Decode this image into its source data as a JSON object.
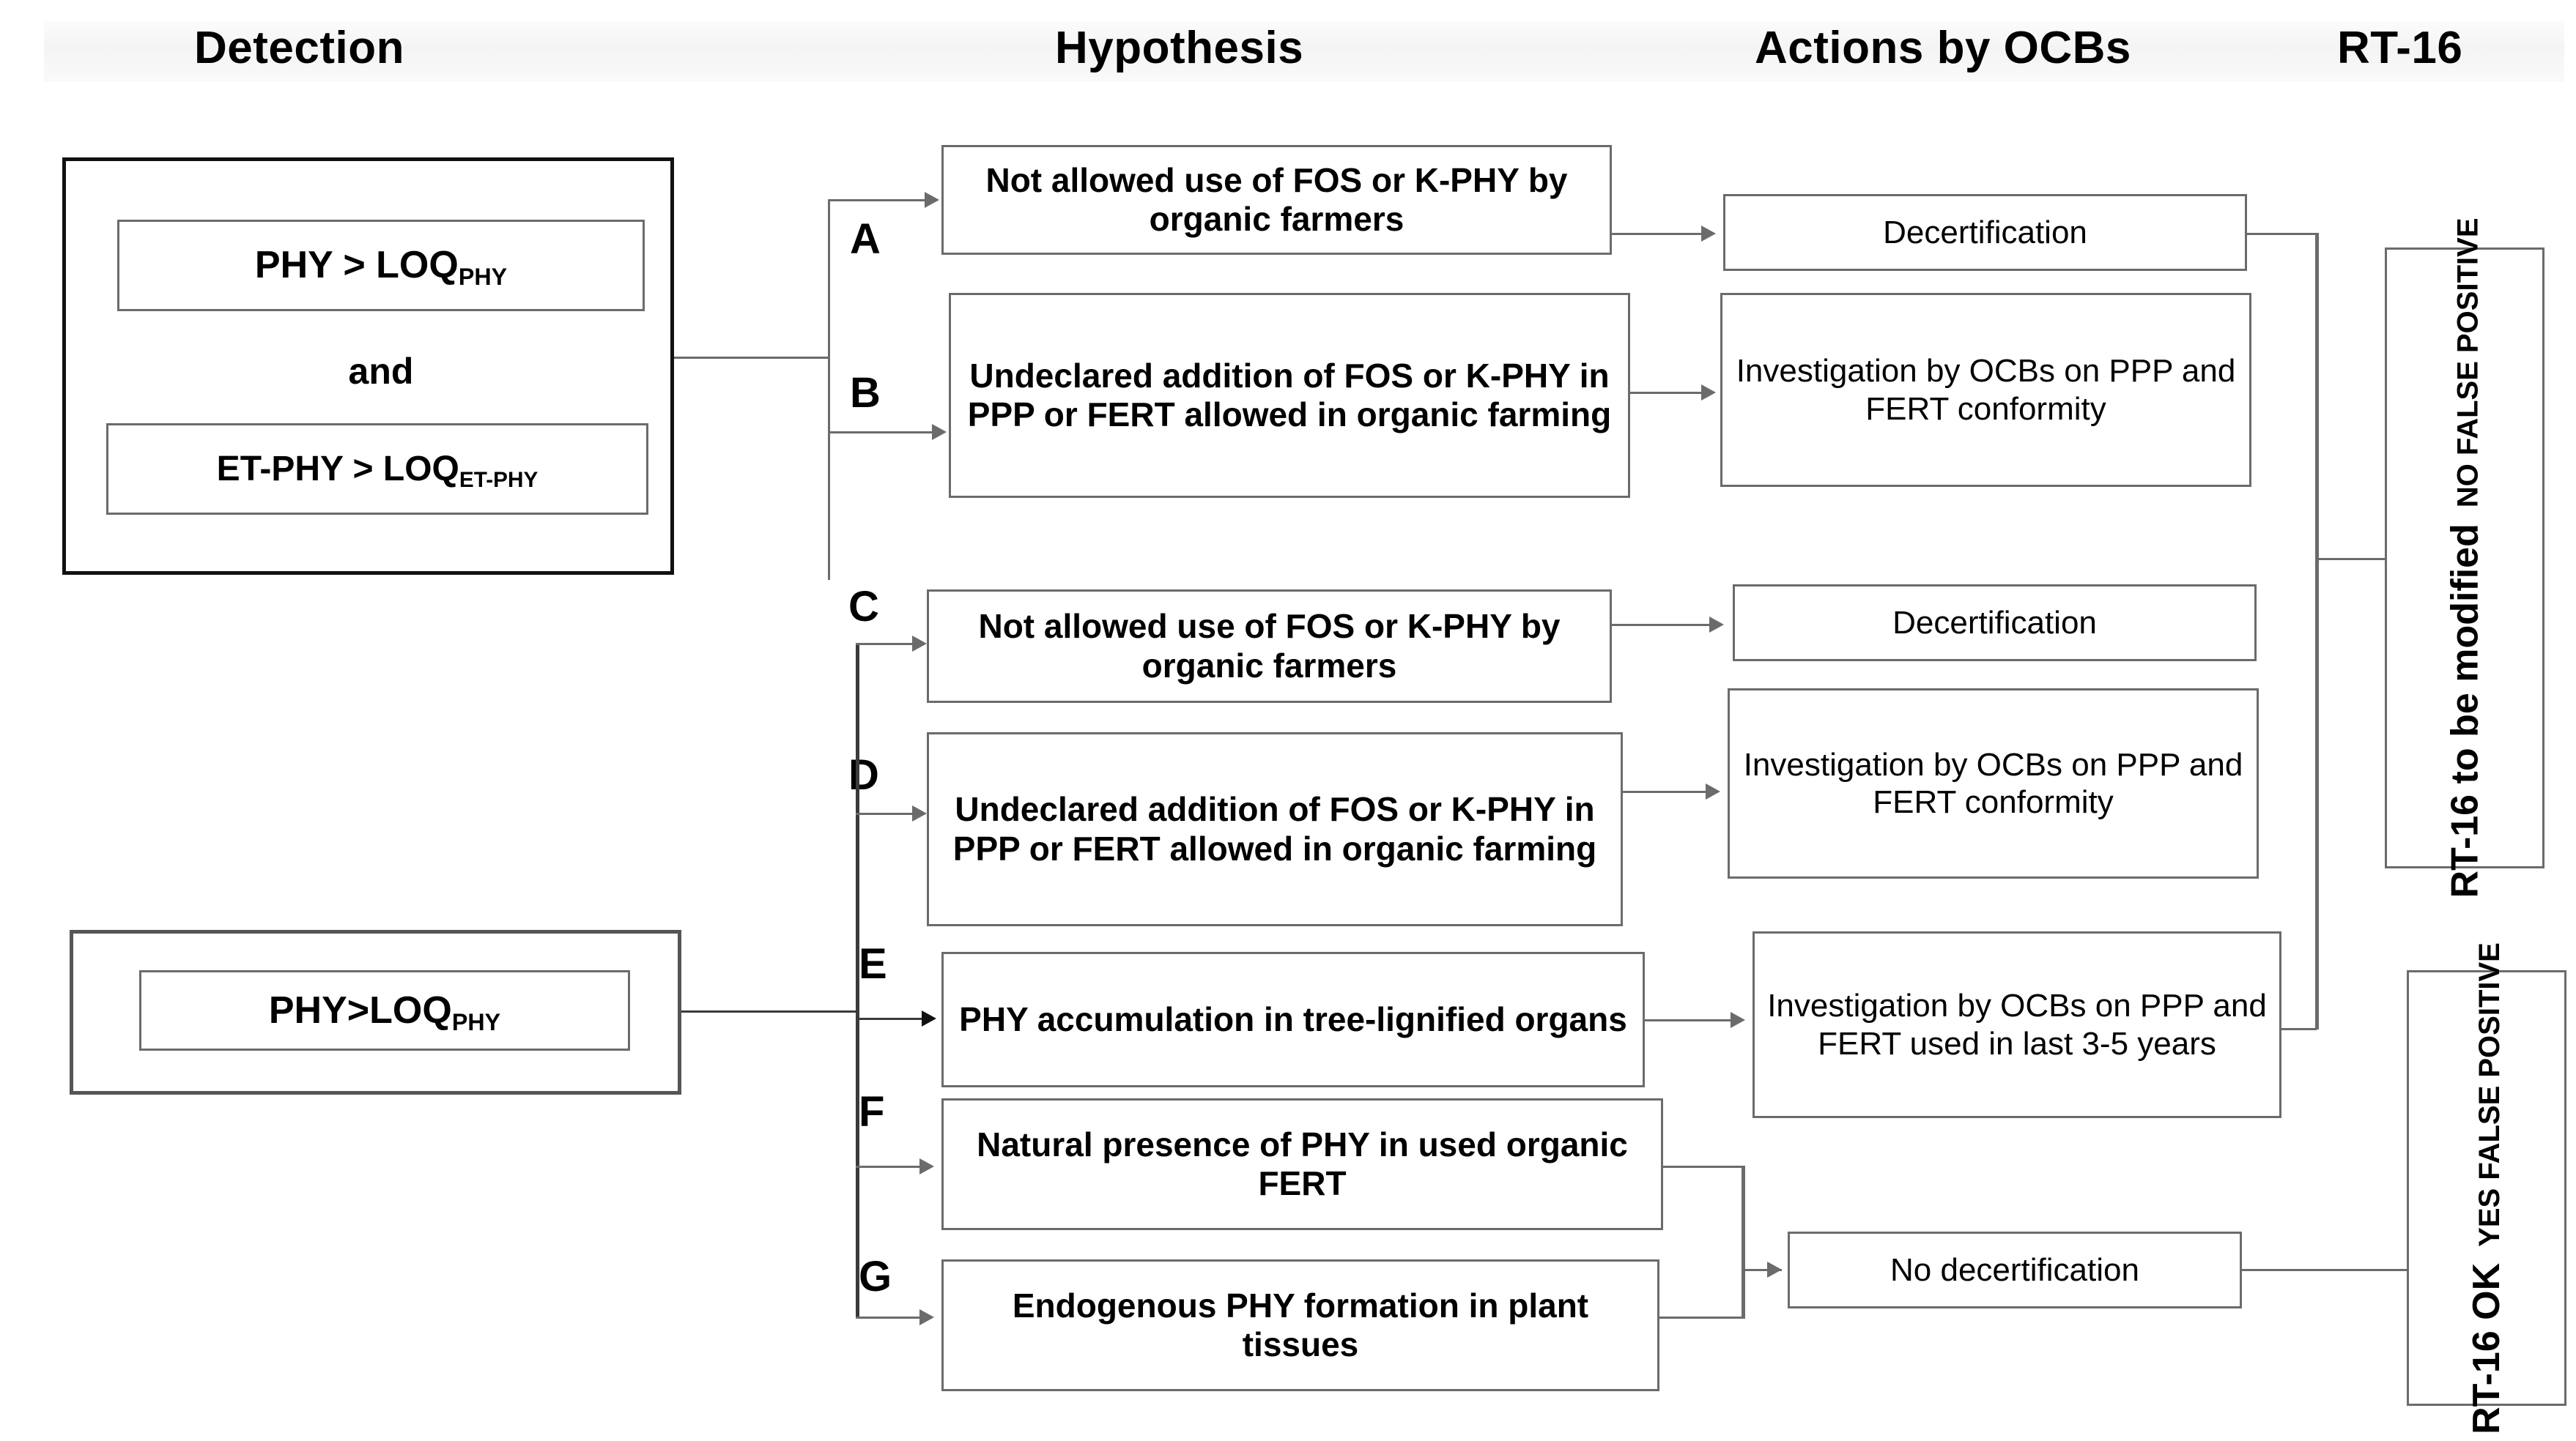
{
  "headers": [
    {
      "label": "Detection"
    },
    {
      "label": "Hypothesis"
    },
    {
      "label": "Actions by OCBs"
    },
    {
      "label": "RT-16"
    }
  ],
  "detection": {
    "group1": {
      "line1_main": "PHY > LOQ",
      "line1_sub": "PHY",
      "connector": "and",
      "line2_main": "ET-PHY > LOQ",
      "line2_sub": "ET-PHY"
    },
    "group2": {
      "line1_main": "PHY>LOQ",
      "line1_sub": "PHY"
    }
  },
  "hypotheses": [
    {
      "letter": "A",
      "text": "Not allowed use of FOS or K-PHY by organic farmers"
    },
    {
      "letter": "B",
      "text": "Undeclared addition of FOS or K-PHY in PPP or FERT allowed in organic farming"
    },
    {
      "letter": "C",
      "text": "Not allowed use of FOS or K-PHY by organic farmers"
    },
    {
      "letter": "D",
      "text": "Undeclared addition of FOS or K-PHY in PPP or FERT allowed in organic farming"
    },
    {
      "letter": "E",
      "text": "PHY accumulation in tree-lignified organs"
    },
    {
      "letter": "F",
      "text": "Natural presence of PHY in used organic FERT"
    },
    {
      "letter": "G",
      "text": "Endogenous PHY formation in plant tissues"
    }
  ],
  "actions": [
    {
      "id": "a1",
      "text": "Decertification"
    },
    {
      "id": "a2",
      "text": "Investigation by OCBs on PPP and FERT conformity"
    },
    {
      "id": "a3",
      "text": "Decertification"
    },
    {
      "id": "a4",
      "text": "Investigation by OCBs on PPP and FERT conformity"
    },
    {
      "id": "a5",
      "text": "Investigation by OCBs on PPP and FERT used in last 3-5 years"
    },
    {
      "id": "a6",
      "text": "No decertification"
    }
  ],
  "outcomes": [
    {
      "id": "o1",
      "main": "RT-16 to be modified",
      "sub": "NO FALSE POSITIVE"
    },
    {
      "id": "o2",
      "main": "RT-16 OK",
      "sub": "YES FALSE POSITIVE"
    }
  ],
  "colors": {
    "border": "#6b6b6b",
    "border_dark": "#111111",
    "text": "#000000",
    "background": "#ffffff"
  }
}
